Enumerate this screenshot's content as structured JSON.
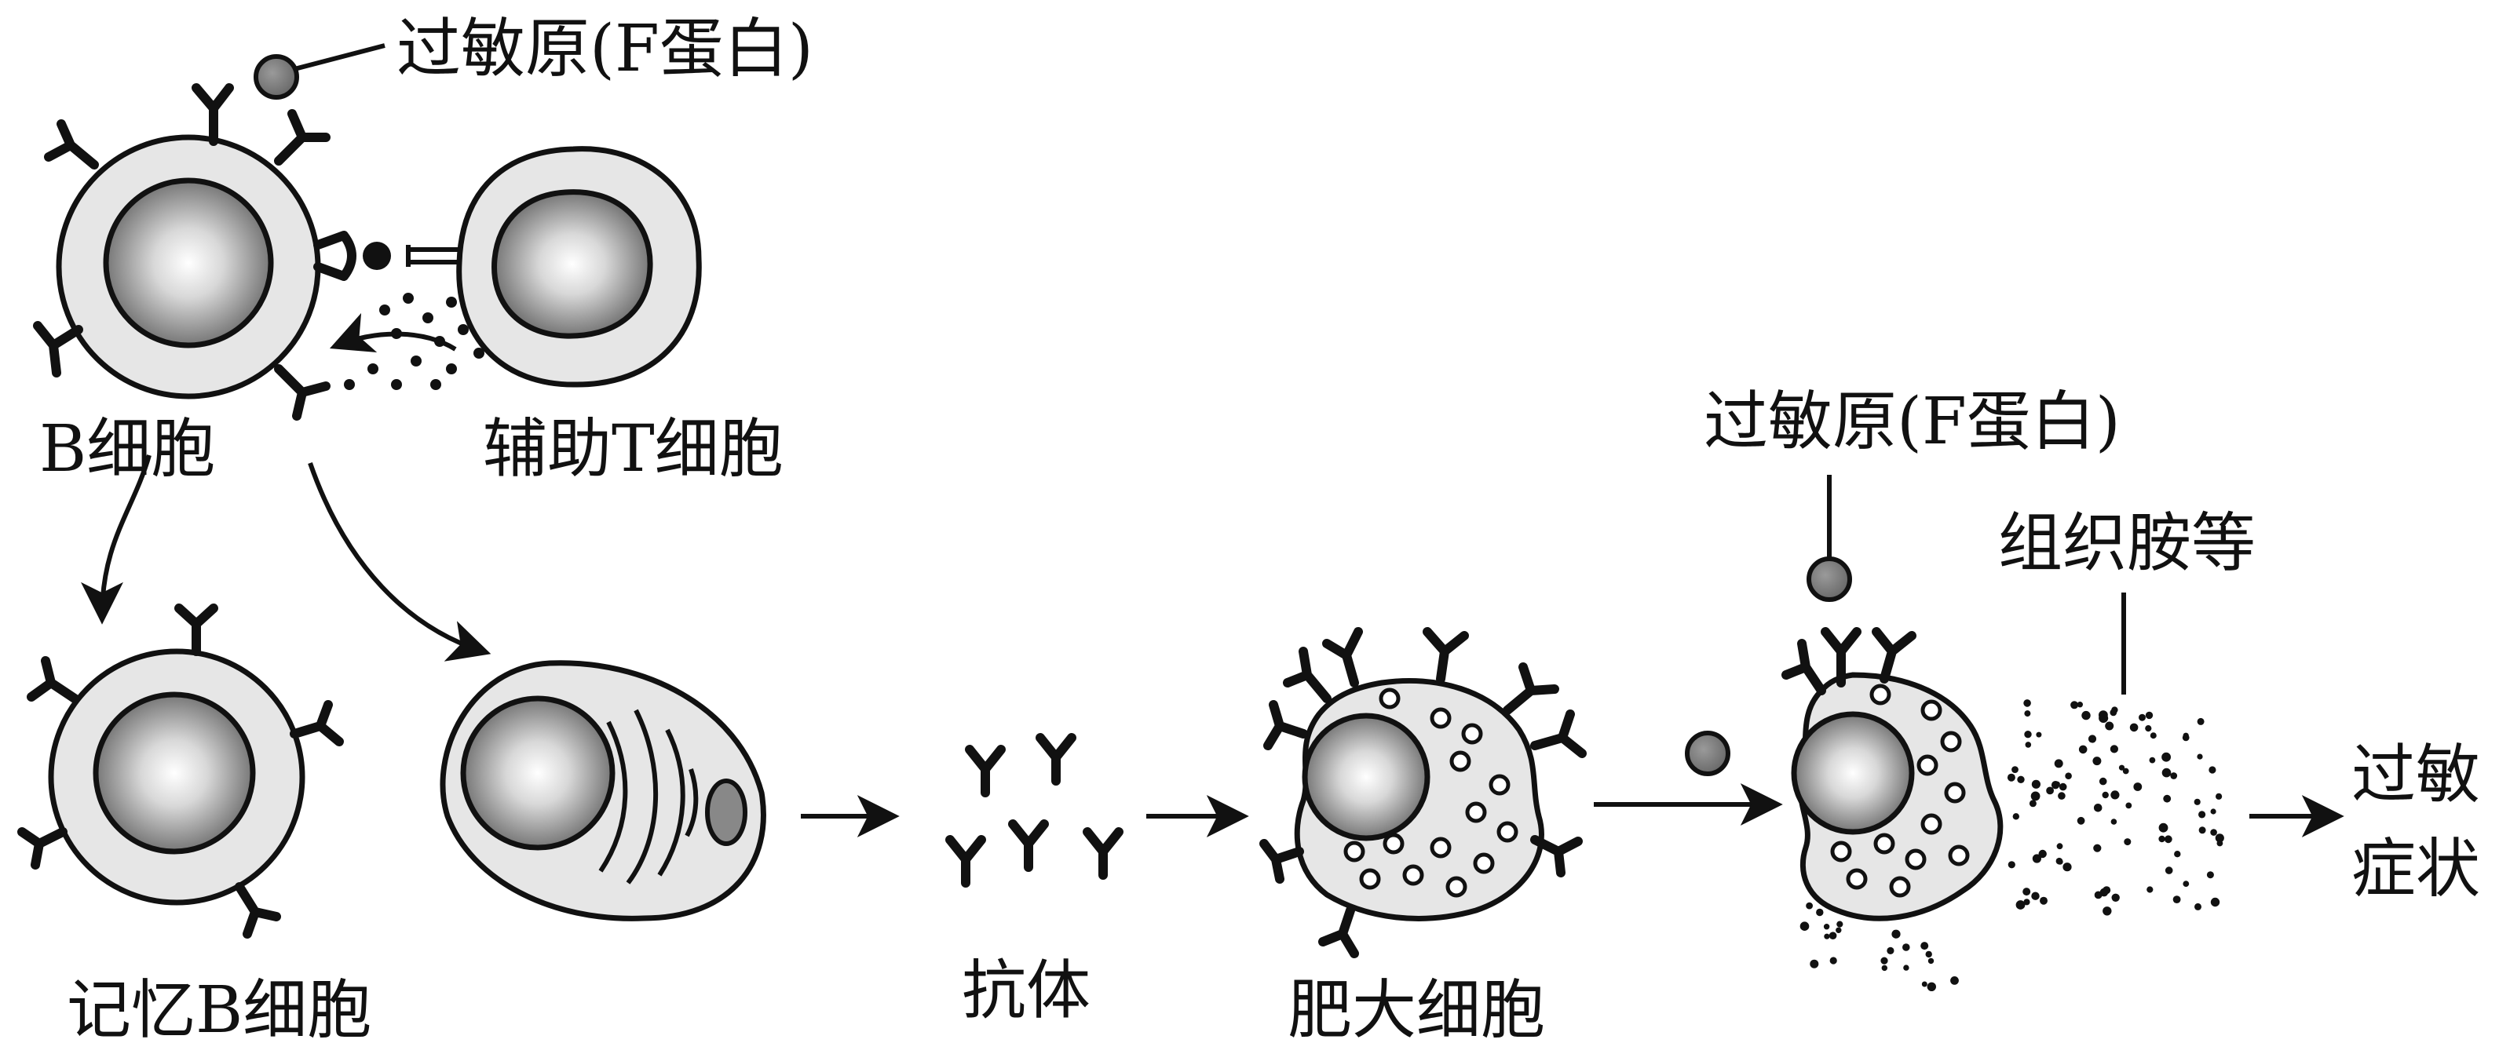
{
  "labels": {
    "allergen_top": "过敏原(F蛋白)",
    "b_cell": "B细胞",
    "helper_t_cell": "辅助T细胞",
    "memory_b_cell": "记忆B细胞",
    "antibody": "抗体",
    "mast_cell": "肥大细胞",
    "allergen_right": "过敏原(F蛋白)",
    "histamine": "组织胺等",
    "symptom_line1": "过敏",
    "symptom_line2": "症状"
  },
  "colors": {
    "cytoplasm": "#e6e6e6",
    "outline": "#111111",
    "allergen": "#7a7a7a",
    "nucleus_center": "#ffffff",
    "nucleus_edge": "#555555"
  },
  "icons": [
    "allergen-particle",
    "y-antibody",
    "arrow-right",
    "curved-arrow"
  ]
}
